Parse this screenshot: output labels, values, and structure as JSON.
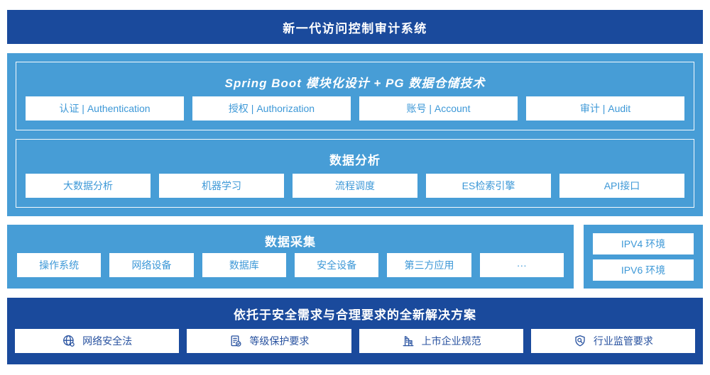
{
  "banner": {
    "title": "新一代访问控制审计系统"
  },
  "platform": {
    "modules": {
      "title": "Spring Boot 模块化设计 + PG 数据仓储技术",
      "boxes": [
        "认证 | Authentication",
        "授权 | Authorization",
        "账号 | Account",
        "审计 | Audit"
      ]
    },
    "analysis": {
      "title": "数据分析",
      "boxes": [
        "大数据分析",
        "机器学习",
        "流程调度",
        "ES检索引擎",
        "API接口"
      ]
    }
  },
  "collection": {
    "title": "数据采集",
    "boxes": [
      "操作系统",
      "网络设备",
      "数据库",
      "安全设备",
      "第三方应用",
      "···"
    ],
    "environments": [
      "IPV4 环境",
      "IPV6 环境"
    ]
  },
  "solution": {
    "title": "依托于安全需求与合理要求的全新解决方案",
    "boxes": [
      {
        "icon": "globe-network-icon",
        "label": "网络安全法"
      },
      {
        "icon": "document-check-icon",
        "label": "等级保护要求"
      },
      {
        "icon": "building-icon",
        "label": "上市企业规范"
      },
      {
        "icon": "shield-search-icon",
        "label": "行业监管要求"
      }
    ]
  },
  "colors": {
    "primary_dark_blue": "#1a4a9c",
    "primary_light_blue": "#479dd6",
    "box_text_blue": "#3d98d7",
    "solution_text_navy": "#27519f"
  }
}
